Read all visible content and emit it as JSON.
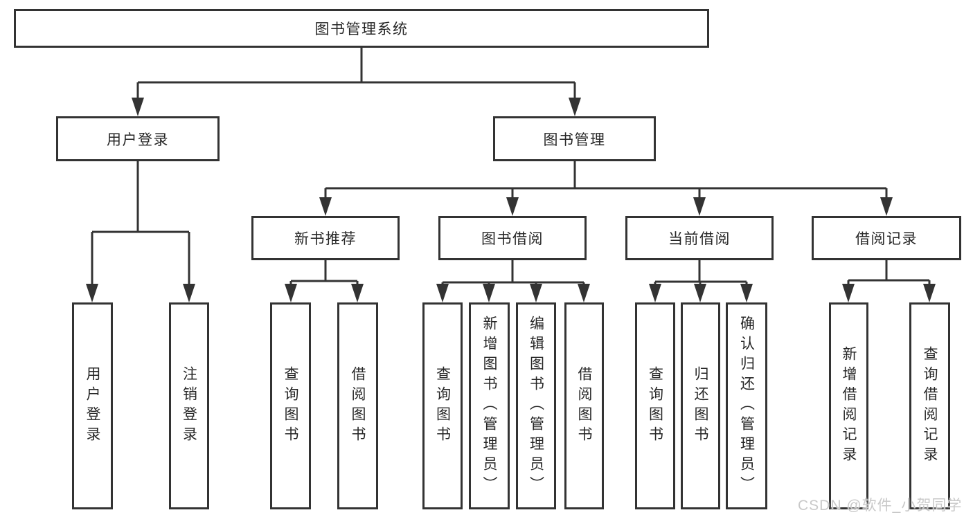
{
  "diagram": {
    "title": "图书管理系统",
    "branches": [
      {
        "label": "用户登录",
        "children": [
          {
            "label": "用户登录"
          },
          {
            "label": "注销登录"
          }
        ]
      },
      {
        "label": "图书管理",
        "children": [
          {
            "label": "新书推荐",
            "children": [
              {
                "label": "查询图书"
              },
              {
                "label": "借阅图书"
              }
            ]
          },
          {
            "label": "图书借阅",
            "children": [
              {
                "label": "查询图书"
              },
              {
                "label": "新增图书（管理员）"
              },
              {
                "label": "编辑图书（管理员）"
              },
              {
                "label": "借阅图书"
              }
            ]
          },
          {
            "label": "当前借阅",
            "children": [
              {
                "label": "查询图书"
              },
              {
                "label": "归还图书"
              },
              {
                "label": "确认归还（管理员）"
              }
            ]
          },
          {
            "label": "借阅记录",
            "children": [
              {
                "label": "新增借阅记录"
              },
              {
                "label": "查询借阅记录"
              }
            ]
          }
        ]
      }
    ]
  },
  "watermark": {
    "text": "CSDN @软件_小贺同学"
  },
  "colors": {
    "line": "#333333",
    "text": "#262626",
    "watermark": "#c9c9c9",
    "background": "#ffffff"
  }
}
